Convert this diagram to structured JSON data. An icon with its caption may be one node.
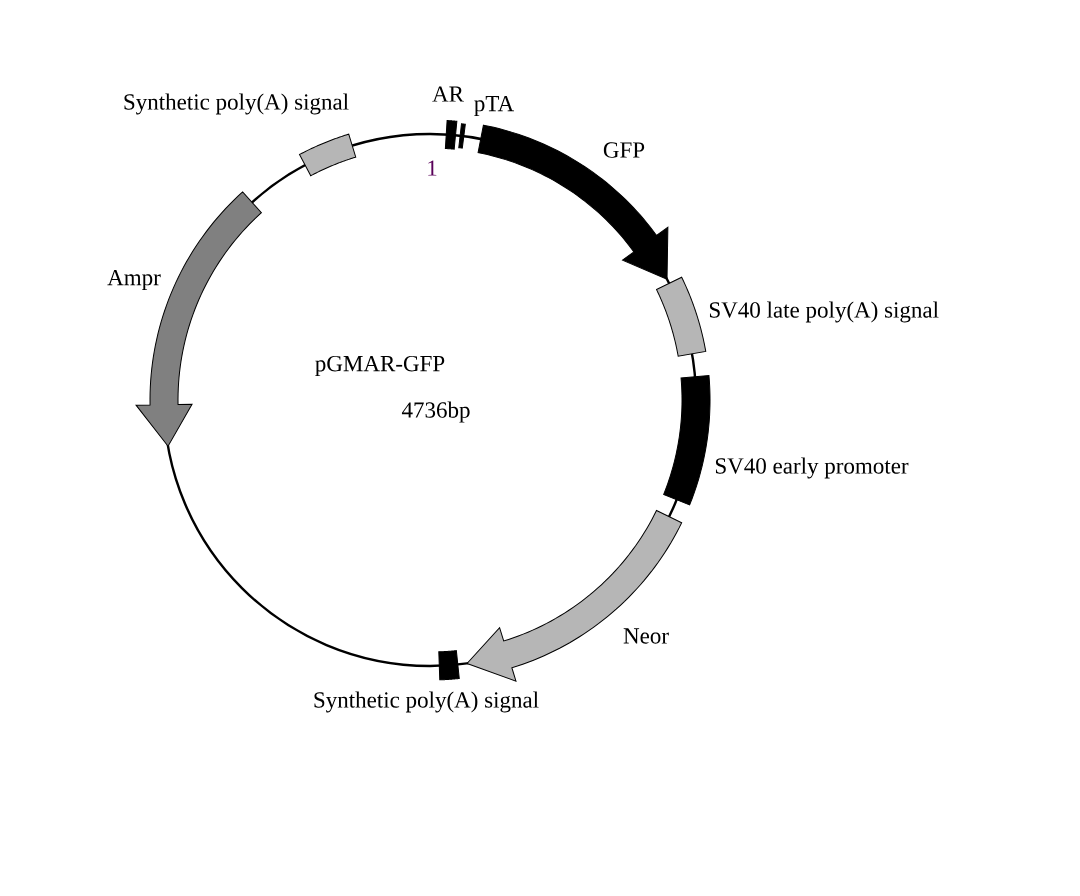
{
  "diagram": {
    "nodes": [
      {
        "text": [],
        "shape": "box",
        "beside": [
          "Synthetic poly(A) signal"
        ]
      },
      {
        "text": [],
        "shape": "box",
        "beside": [
          "AR"
        ]
      },
      {
        "text": [],
        "shape": "box",
        "beside": [
          "pTA"
        ]
      },
      {
        "text": [],
        "shape": "arrow",
        "beside": [
          "GFP"
        ]
      },
      {
        "text": [],
        "shape": "box",
        "beside": [
          "SV40 late poly(A) signal"
        ]
      },
      {
        "text": [],
        "shape": "box",
        "beside": [
          "SV40 early promoter"
        ]
      },
      {
        "text": [],
        "shape": "arrow",
        "beside": [
          "Neor"
        ]
      },
      {
        "text": [],
        "shape": "box",
        "beside": [
          "Synthetic poly(A) signal"
        ]
      },
      {
        "text": [],
        "shape": "arrow",
        "beside": [
          "Ampr"
        ]
      }
    ],
    "labels": [
      "1",
      "pGMAR-GFP",
      "4736bp"
    ]
  }
}
